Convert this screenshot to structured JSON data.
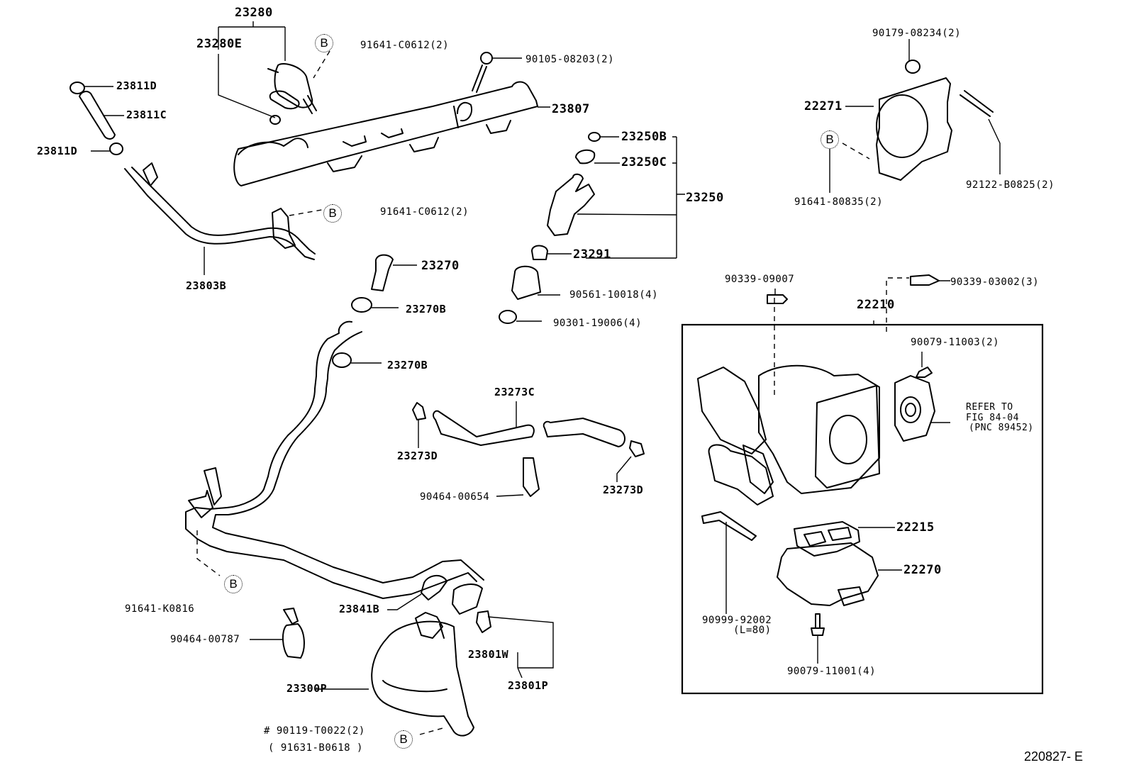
{
  "diagram": {
    "title": "Fuel Injection System / Throttle Body parts diagram",
    "figure_code": "220827- E",
    "reference_symbol": "B",
    "labels": {
      "p23280": "23280",
      "p23280E": "23280E",
      "p91641_C0612_a": "91641-C0612(2)",
      "p90105_08203": "90105-08203(2)",
      "p23807": "23807",
      "p23811D_top": "23811D",
      "p23811C": "23811C",
      "p23811D_bottom": "23811D",
      "p91641_C0612_b": "91641-C0612(2)",
      "p23803B": "23803B",
      "p23250B": "23250B",
      "p23250C": "23250C",
      "p23250": "23250",
      "p23291": "23291",
      "p90561_10018": "90561-10018(4)",
      "p90301_19006": "90301-19006(4)",
      "p23270": "23270",
      "p23270B_a": "23270B",
      "p23270B_b": "23270B",
      "p23273C": "23273C",
      "p23273D_left": "23273D",
      "p23273D_right": "23273D",
      "p90464_00654": "90464-00654",
      "p91641_K0816": "91641-K0816",
      "p23841B": "23841B",
      "p90464_00787": "90464-00787",
      "p23801W": "23801W",
      "p23801P": "23801P",
      "p23300P": "23300P",
      "p90119_T0022": "# 90119-T0022(2)",
      "p91631_B0618": "( 91631-B0618 )",
      "p90179_08234": "90179-08234(2)",
      "p22271": "22271",
      "p91641_80835": "91641-80835(2)",
      "p92122_B0825": "92122-B0825(2)",
      "p90339_09007": "90339-09007",
      "p90339_03002": "90339-03002(3)",
      "p22210": "22210",
      "p90079_11003": "90079-11003(2)",
      "refer_line1": "REFER TO",
      "refer_line2": "FIG 84-04",
      "refer_line3": "(PNC 89452)",
      "p22215": "22215",
      "p22270": "22270",
      "p90999_92002": "90999-92002",
      "p90999_len": "(L=80)",
      "p90079_11001": "90079-11001(4)"
    }
  }
}
